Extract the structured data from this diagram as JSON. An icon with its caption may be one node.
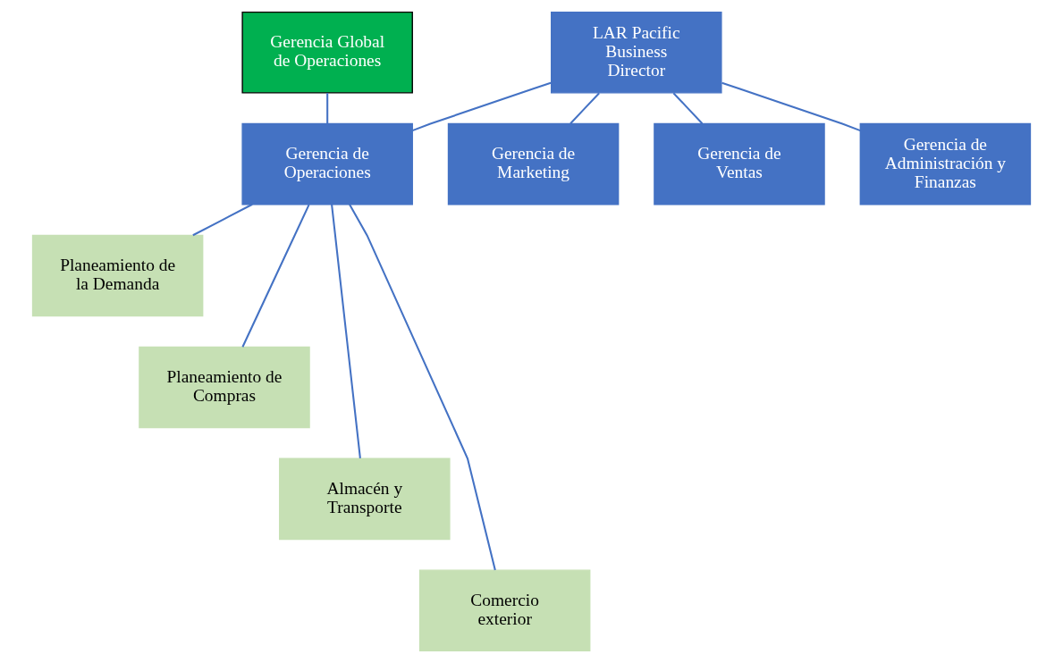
{
  "diagram": {
    "nodes": [
      {
        "text": [
          "Gerencia Global de Operaciones"
        ]
      },
      {
        "text": [
          "LAR Pacific Business Director"
        ]
      },
      {
        "text": [
          "Gerencia de Operaciones"
        ]
      },
      {
        "text": [
          "Gerencia de Marketing"
        ]
      },
      {
        "text": [
          "Gerencia de Ventas"
        ]
      },
      {
        "text": [
          "Gerencia de Administración y Finanzas"
        ]
      },
      {
        "text": [
          "Planeamiento de la Demanda"
        ]
      },
      {
        "text": [
          "Planeamiento de Compras"
        ]
      },
      {
        "text": [
          "Almacén y Transporte"
        ]
      },
      {
        "text": [
          "Comercio exterior"
        ]
      }
    ],
    "edges": [
      {
        "from": 1,
        "to": 2,
        "arrow": "none"
      },
      {
        "from": 1,
        "to": 3,
        "arrow": "none"
      },
      {
        "from": 1,
        "to": 4,
        "arrow": "none"
      },
      {
        "from": 1,
        "to": 5,
        "arrow": "none"
      },
      {
        "from": 0,
        "to": 2,
        "arrow": "none"
      },
      {
        "from": 2,
        "to": 6,
        "arrow": "none"
      },
      {
        "from": 2,
        "to": 7,
        "arrow": "none"
      },
      {
        "from": 2,
        "to": 8,
        "arrow": "none"
      },
      {
        "from": 2,
        "to": 9,
        "arrow": "none"
      }
    ]
  }
}
